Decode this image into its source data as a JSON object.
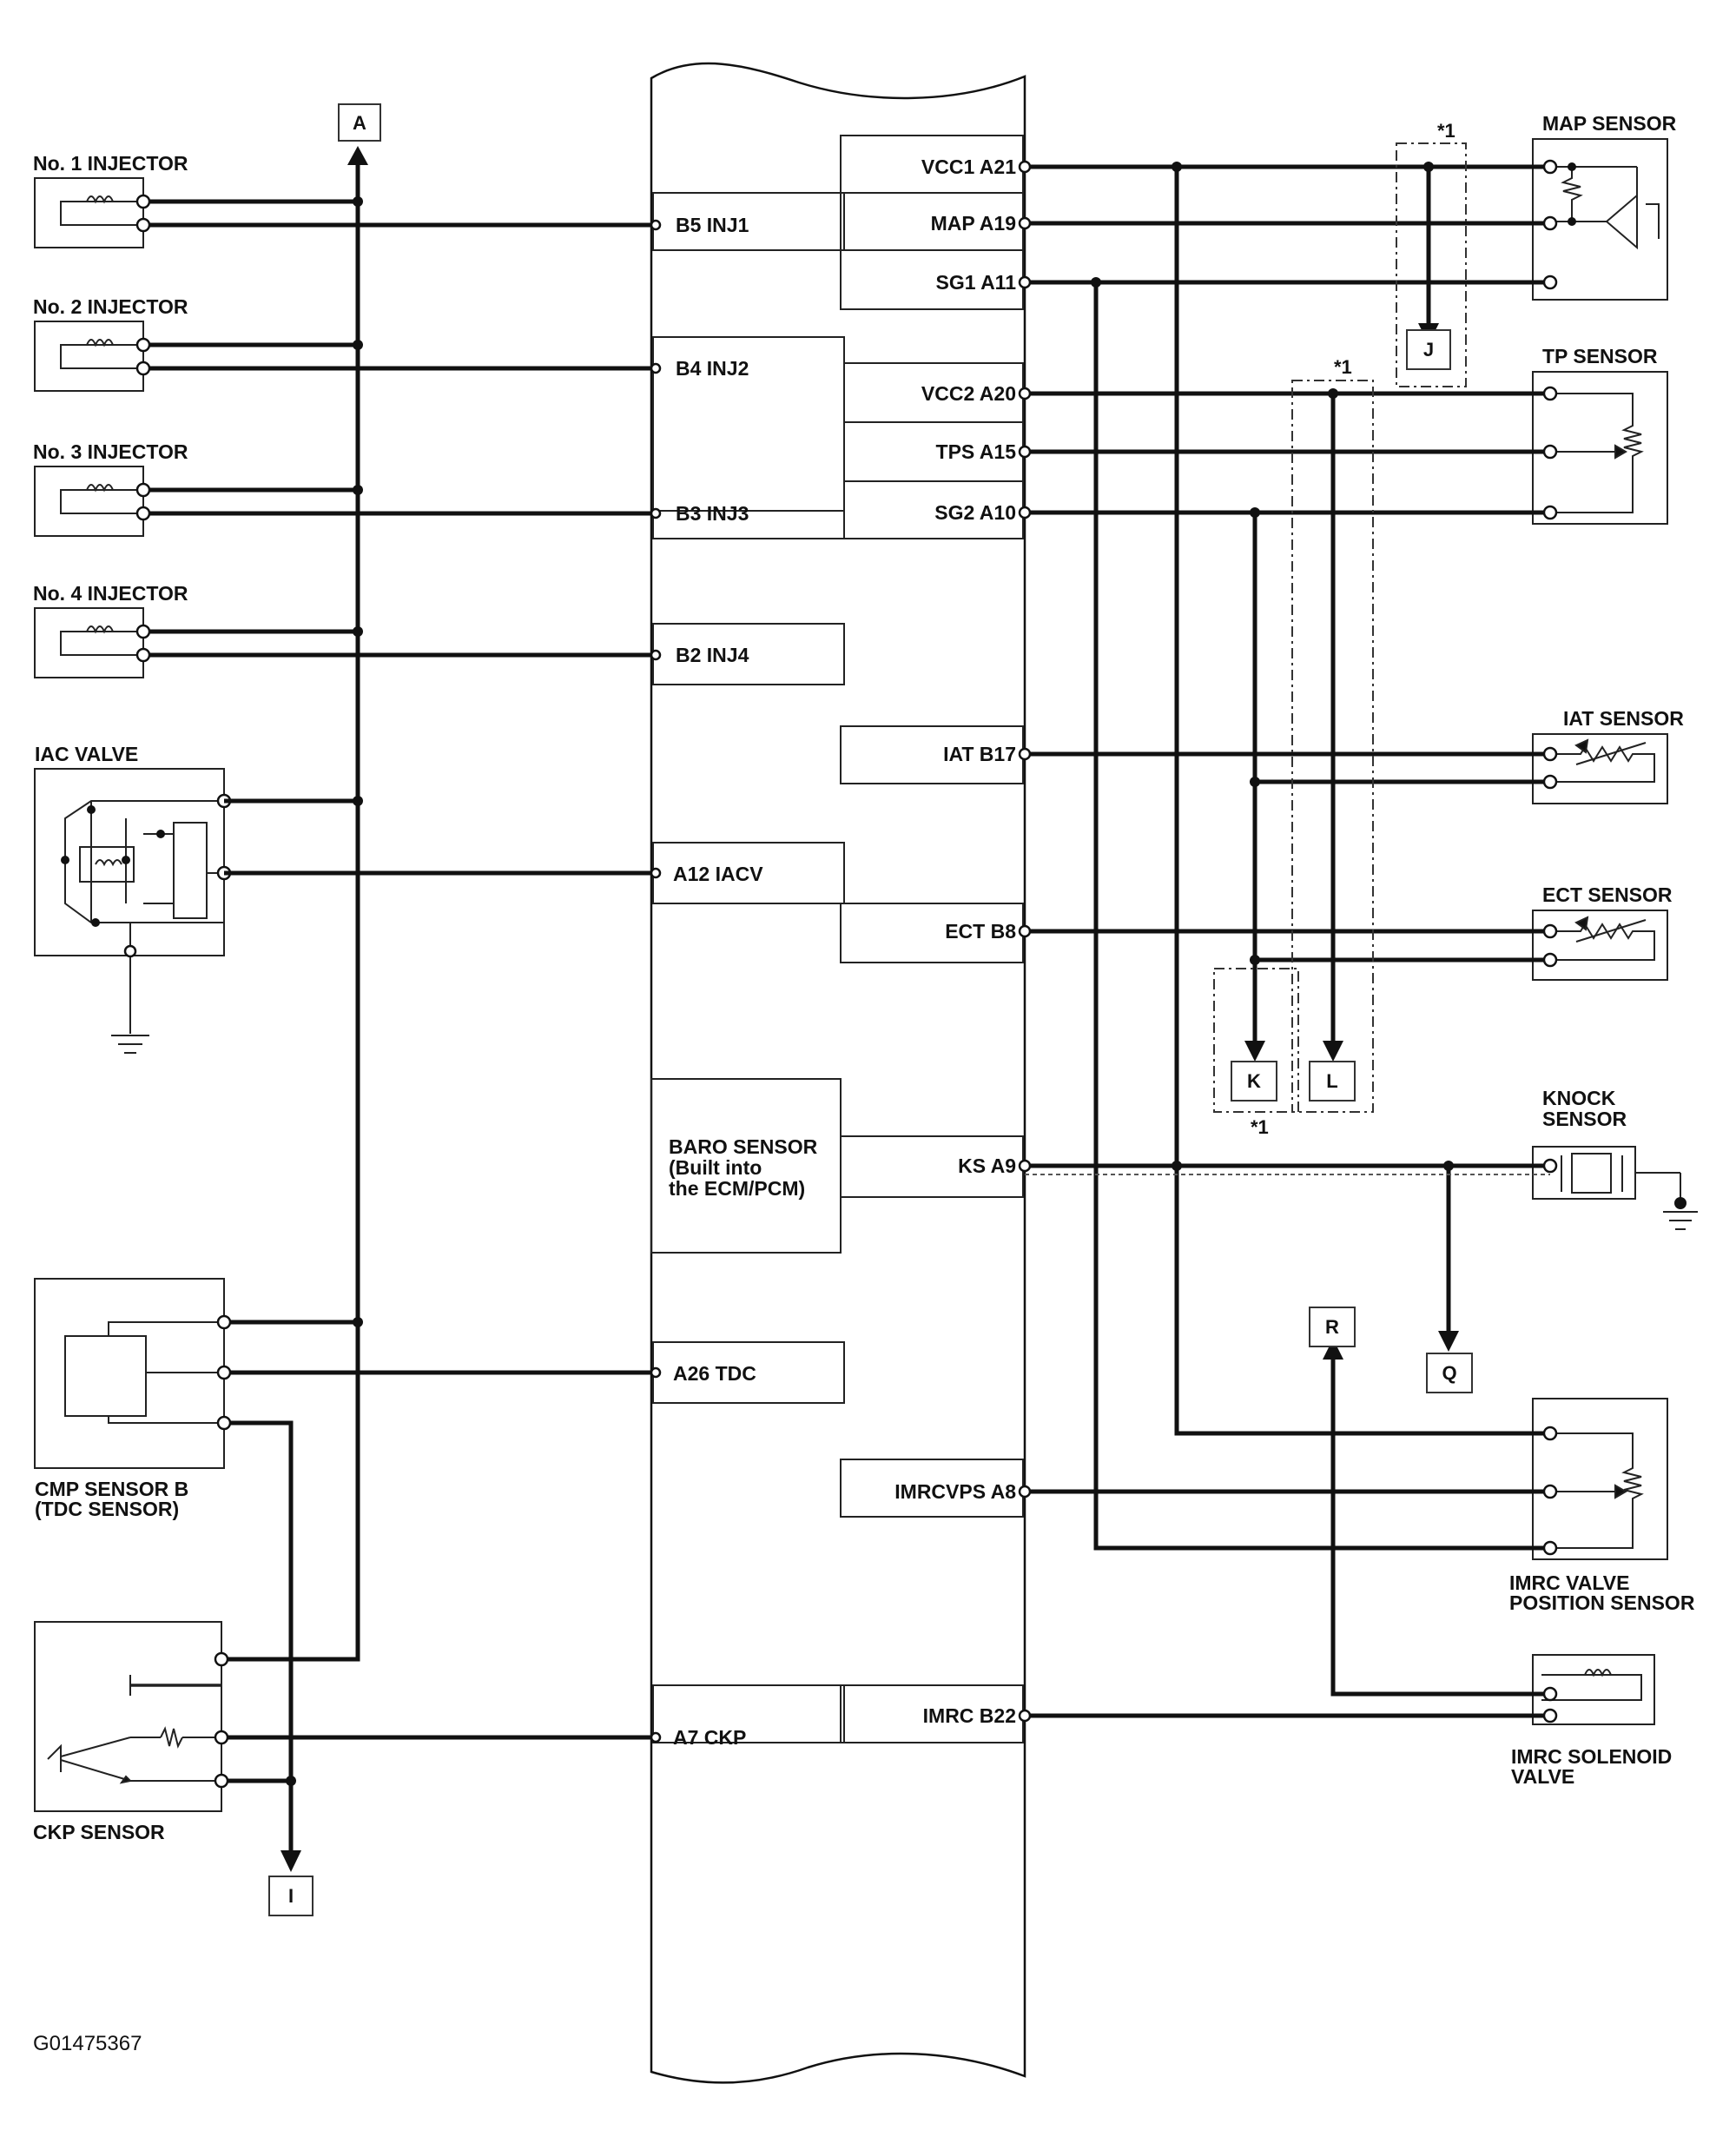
{
  "components": {
    "inj1": "No. 1 INJECTOR",
    "inj2": "No. 2 INJECTOR",
    "inj3": "No. 3 INJECTOR",
    "inj4": "No. 4 INJECTOR",
    "iac": "IAC VALVE",
    "cmp1": "CMP SENSOR B",
    "cmp2": "(TDC SENSOR)",
    "ckp": "CKP SENSOR",
    "map": "MAP SENSOR",
    "tp": "TP SENSOR",
    "iat": "IAT SENSOR",
    "ect": "ECT SENSOR",
    "knock1": "KNOCK",
    "knock2": "SENSOR",
    "imrcvps1": "IMRC VALVE",
    "imrcvps2": "POSITION SENSOR",
    "imrcsol1": "IMRC SOLENOID",
    "imrcsol2": "VALVE"
  },
  "ecm_left_pins": {
    "b5": "B5 INJ1",
    "b4": "B4 INJ2",
    "b3": "B3 INJ3",
    "b2": "B2 INJ4",
    "a12": "A12 IACV",
    "a26": "A26 TDC",
    "a7": "A7 CKP"
  },
  "ecm_right_pins": {
    "a21": "VCC1 A21",
    "a19": "MAP A19",
    "a11": "SG1 A11",
    "a20": "VCC2 A20",
    "a15": "TPS A15",
    "a10": "SG2 A10",
    "b17": "IAT B17",
    "b8": "ECT B8",
    "a9": "KS A9",
    "a8": "IMRCVPS A8",
    "b22": "IMRC B22"
  },
  "baro": {
    "line1": "BARO SENSOR",
    "line2": "(Built into",
    "line3": "the ECM/PCM)"
  },
  "connectors": {
    "a": "A",
    "i": "I",
    "j": "J",
    "k": "K",
    "l": "L",
    "q": "Q",
    "r": "R"
  },
  "notes": {
    "n1": "*1",
    "n2": "*1",
    "n3": "*1"
  },
  "figure_id": "G01475367"
}
